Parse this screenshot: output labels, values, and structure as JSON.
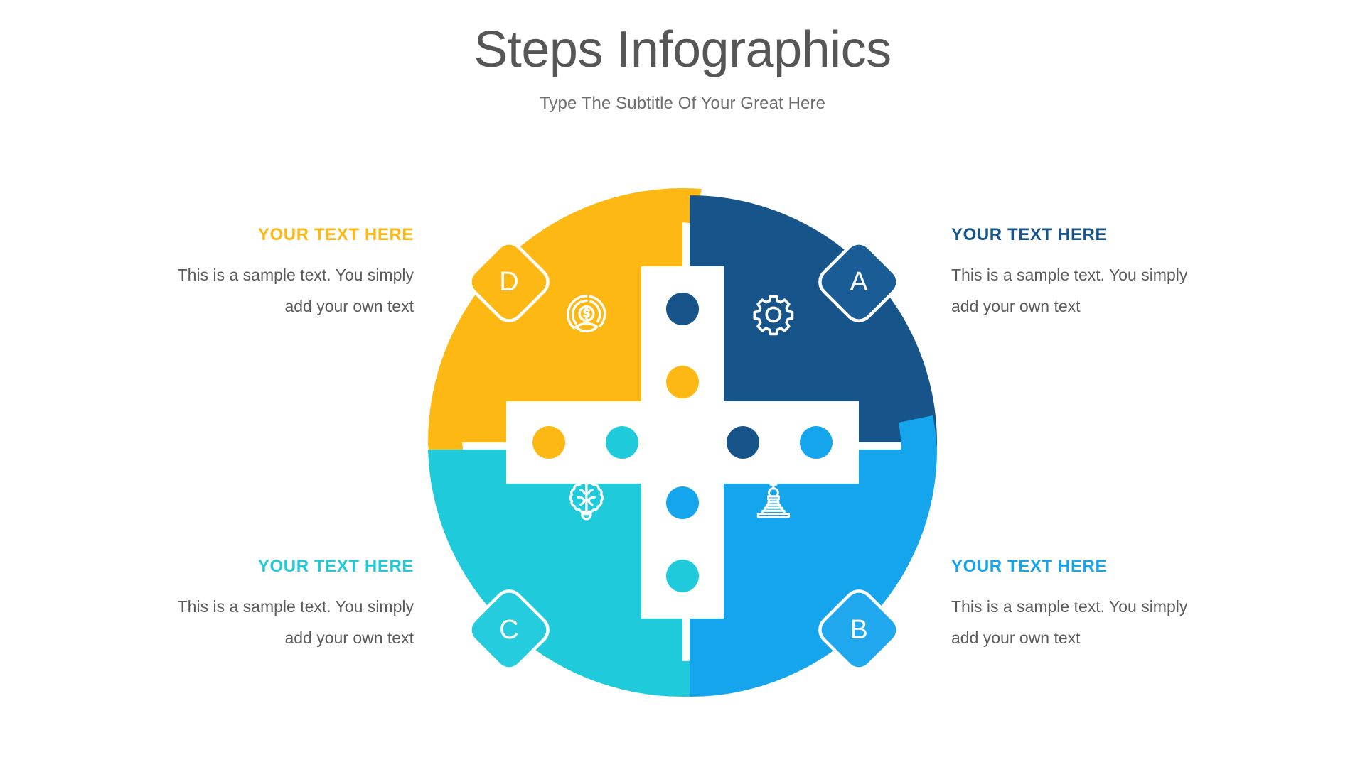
{
  "header": {
    "title": "Steps Infographics",
    "subtitle": "Type The Subtitle Of Your Great Here"
  },
  "palette": {
    "yellow": "#FDB813",
    "navy": "#16548A",
    "navy_badge": "#1A5C96",
    "cyan": "#1FCBDB",
    "blue": "#15A5EC",
    "title_gray": "#565656",
    "body_gray": "#5B5B5B",
    "background": "#FFFFFF"
  },
  "segments": [
    {
      "key": "a",
      "letter": "A",
      "position": "top-right",
      "color": "#16548A",
      "badge_color": "#1A5C96",
      "icon": "gear-icon",
      "title": "YOUR TEXT HERE",
      "body": "This is a sample text. You simply add your own text"
    },
    {
      "key": "b",
      "letter": "B",
      "position": "bottom-right",
      "color": "#15A5EC",
      "badge_color": "#20A8EE",
      "icon": "chess-king-icon",
      "title": "YOUR TEXT HERE",
      "body": "This is a sample text. You simply add your own text"
    },
    {
      "key": "c",
      "letter": "C",
      "position": "bottom-left",
      "color": "#1FCBDB",
      "badge_color": "#25CCDD",
      "icon": "brain-bulb-icon",
      "title": "YOUR TEXT HERE",
      "body": "This is a sample text. You simply add your own text"
    },
    {
      "key": "d",
      "letter": "D",
      "position": "top-left",
      "color": "#FDB813",
      "badge_color": "#FCB814",
      "icon": "money-pie-chart-icon",
      "title": "YOUR TEXT HERE",
      "body": "This is a sample text. You simply add your own text"
    }
  ],
  "center_dots": [
    {
      "id": "dot-top-1",
      "color": "#16548A"
    },
    {
      "id": "dot-top-2",
      "color": "#FDB813"
    },
    {
      "id": "dot-left-1",
      "color": "#FDB813"
    },
    {
      "id": "dot-left-2",
      "color": "#1FCBDB"
    },
    {
      "id": "dot-right-1",
      "color": "#16548A"
    },
    {
      "id": "dot-right-2",
      "color": "#15A5EC"
    },
    {
      "id": "dot-bottom-1",
      "color": "#15A5EC"
    },
    {
      "id": "dot-bottom-2",
      "color": "#1FCBDB"
    }
  ]
}
